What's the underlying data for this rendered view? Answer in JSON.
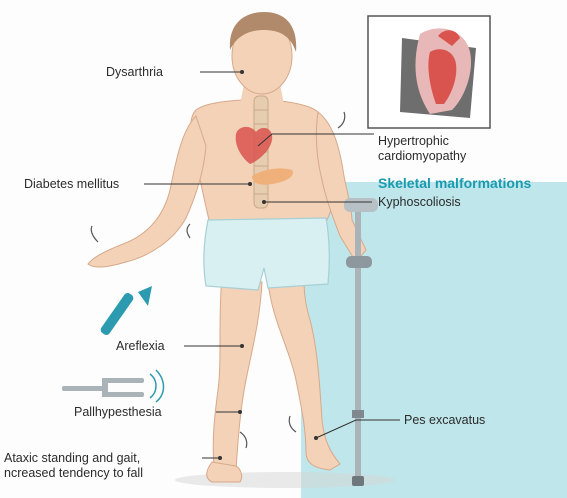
{
  "labels": {
    "dysarthria": "Dysarthria",
    "hcm_line1": "Hypertrophic",
    "hcm_line2": "cardiomyopathy",
    "diabetes": "Diabetes mellitus",
    "skeletal": "Skeletal malformations",
    "kypho": "Kyphoscoliosis",
    "areflexia": "Areflexia",
    "pallhyp": "Pallhypesthesia",
    "pes": "Pes excavatus",
    "ataxic_line1": "Ataxic standing and gait,",
    "ataxic_line2": "ncreased tendency to fall"
  },
  "colors": {
    "skin": "#f3d2b8",
    "skin_shadow": "#e2b497",
    "shorts": "#d8f0f2",
    "crutch": "#a9b3b8",
    "tools": "#2c9bb0",
    "panel": "#bfe6ea",
    "spine": "#e6cdb0",
    "heart": "#d9534f"
  },
  "icons": [
    "reflex-hammer-icon",
    "tuning-fork-icon",
    "heart-inset-icon"
  ]
}
